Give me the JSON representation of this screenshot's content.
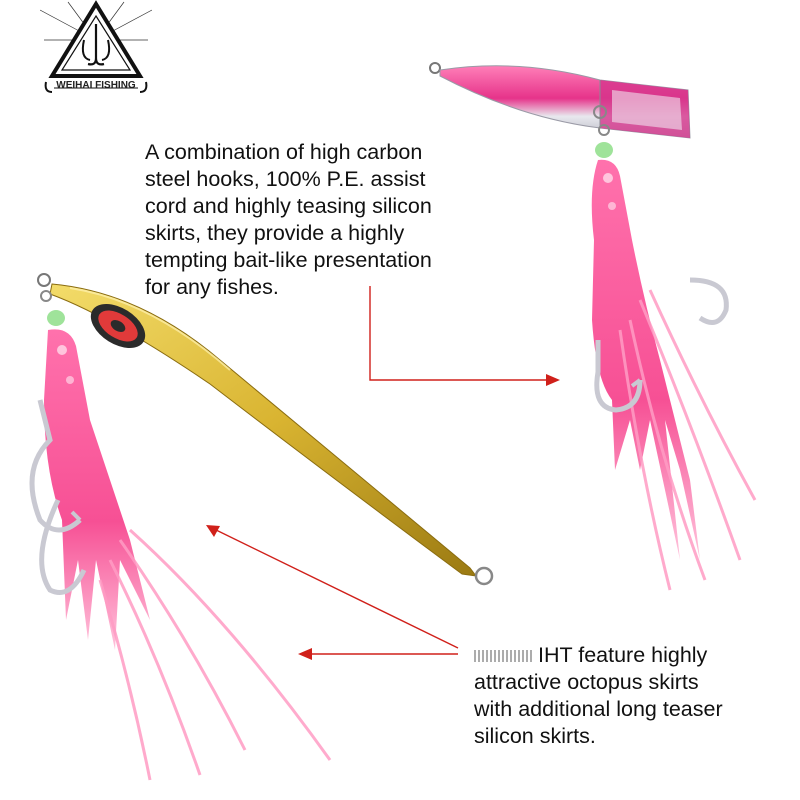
{
  "brand": {
    "name": "WEIHAI FISHING"
  },
  "captions": {
    "top": [
      "A combination of high carbon",
      "steel hooks, 100% P.E. assist",
      "cord and highly teasing silicon",
      "skirts, they provide a highly",
      "tempting bait-like presentation",
      "for any fishes."
    ],
    "bottom": [
      "IHT feature highly",
      "attractive octopus skirts",
      "with additional long teaser",
      "silicon skirts."
    ]
  },
  "colors": {
    "arrow": "#d0201a",
    "skirt_pink": "#f6478f",
    "skirt_light": "#ff9cc4",
    "jig_gold": "#d9b431",
    "jig_gold_dark": "#9b7a12",
    "popper_pink": "#e6338a",
    "glow_bead": "#9fe39a"
  },
  "icons": [
    "triangle-hook-logo-icon",
    "arrow-right-icon",
    "arrow-left-icon"
  ]
}
